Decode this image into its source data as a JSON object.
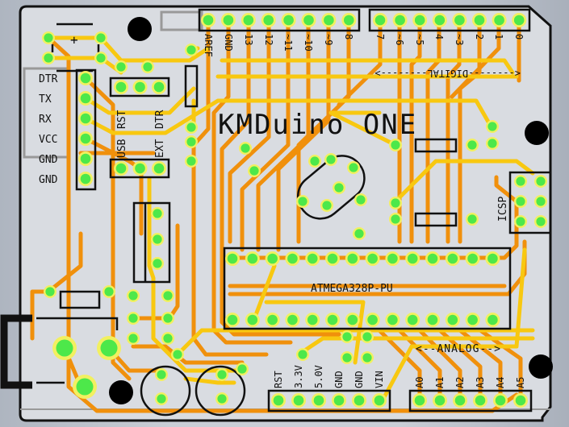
{
  "board": {
    "title": "KMDuino ONE",
    "chip_label": "ATMEGA328P-PU",
    "icsp_label": "ICSP",
    "digital_label": "<--------DIGITAL-------->",
    "analog_label": "<--ANALOG-->",
    "digital_pins": [
      "AREF",
      "GND",
      "13",
      "12",
      "~11",
      "~10",
      "~9",
      "8",
      "7",
      "~6",
      "~5",
      "4",
      "~3",
      "2",
      "1",
      "0"
    ],
    "power_pins": [
      "RST",
      "3.3V",
      "5.0V",
      "GND",
      "GND",
      "VIN"
    ],
    "analog_pins": [
      "A0",
      "A1",
      "A2",
      "A3",
      "A4",
      "A5"
    ],
    "ftdi_pins": [
      "DTR",
      "TX",
      "RX",
      "VCC",
      "GND",
      "GND"
    ],
    "jumper_labels": {
      "usb": "USB",
      "rst": "RST",
      "ext": "EXT",
      "dtr": "DTR"
    },
    "polarity": "+"
  },
  "colors": {
    "board": "#d9dce1",
    "bottom_trace": "#f0900c",
    "top_trace": "#f8c810",
    "pad": "#4de84a",
    "pad_ring": "#f2f060"
  }
}
